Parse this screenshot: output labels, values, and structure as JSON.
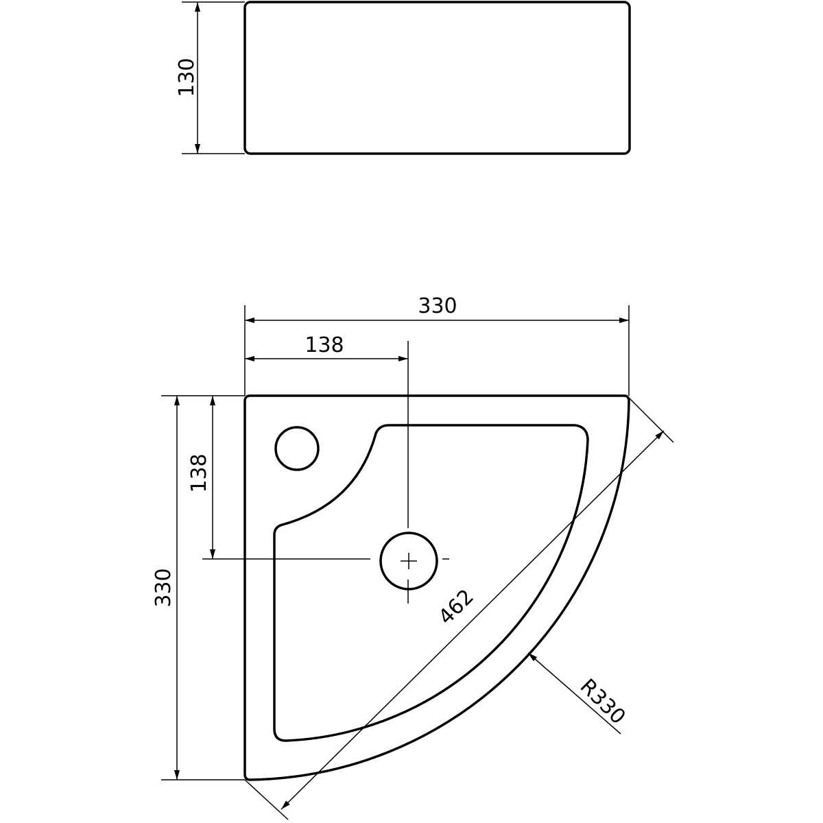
{
  "side_view": {
    "height_label": "130"
  },
  "plan_view": {
    "width_label": "330",
    "drain_offset_x_label": "138",
    "depth_label": "330",
    "drain_offset_y_label": "138",
    "diagonal_label": "462",
    "radius_label": "R330"
  }
}
